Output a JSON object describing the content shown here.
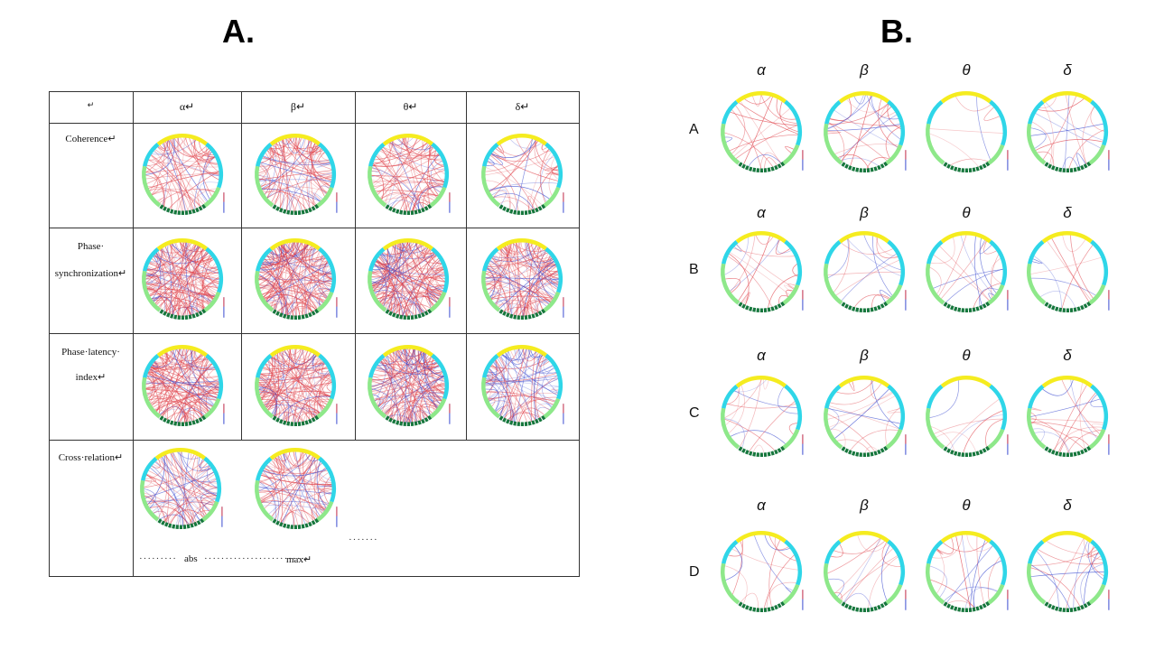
{
  "panel_a": {
    "label": "A.",
    "header_cols": [
      "↵",
      "α↵",
      "β↵",
      "θ↵",
      "δ↵"
    ],
    "rows": [
      {
        "label_lines": [
          "Coherence↵"
        ]
      },
      {
        "label_lines": [
          "Phase·",
          "synchronization↵"
        ]
      },
      {
        "label_lines": [
          "Phase·latency·",
          "index↵"
        ]
      },
      {
        "label_lines": [
          "Cross·relation↵"
        ]
      }
    ],
    "footer": {
      "abs": "abs",
      "max": "max↵"
    }
  },
  "panel_b": {
    "label": "B.",
    "rows": [
      "A",
      "B",
      "C",
      "D"
    ],
    "cols": [
      "α",
      "β",
      "θ",
      "δ"
    ]
  },
  "colors": {
    "ring_yellow": "#f5ec1f",
    "ring_cyan": "#2fd6e8",
    "ring_lightgreen": "#8ee88a",
    "ring_darkgreen": "#16773d",
    "edge_positive": "#e0444c",
    "edge_negative": "#3b4bd0"
  }
}
